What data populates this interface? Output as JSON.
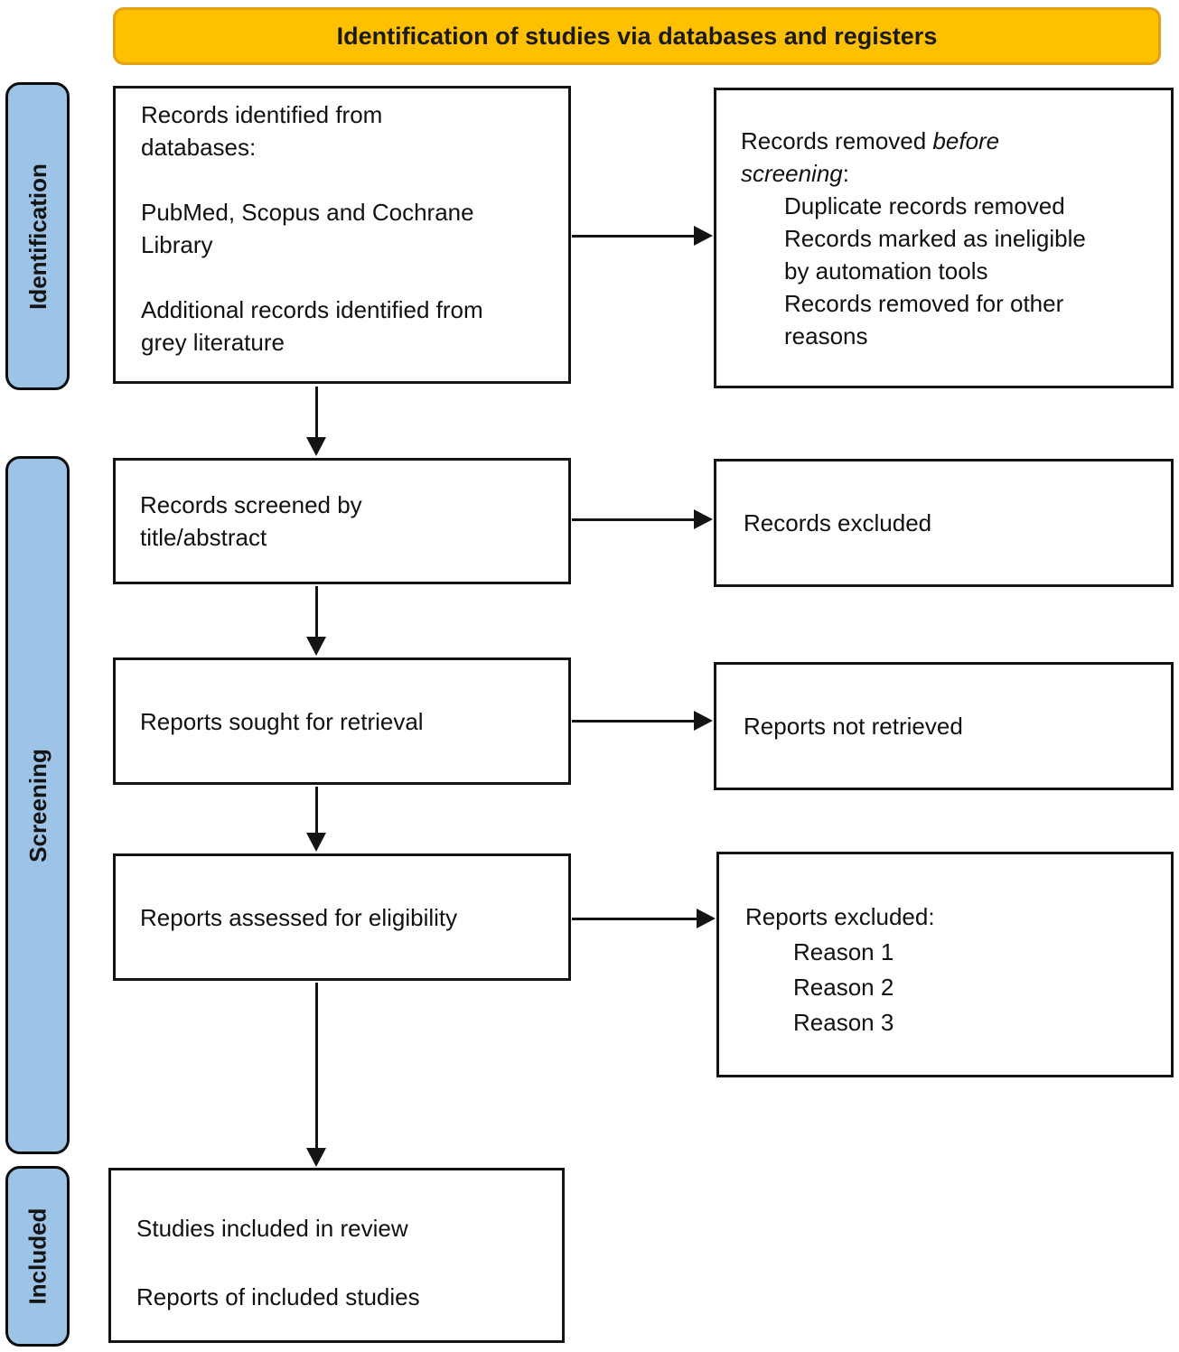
{
  "banner": {
    "title": "Identification of studies via databases and registers"
  },
  "stages": {
    "identification": "Identification",
    "screening": "Screening",
    "included": "Included"
  },
  "boxes": {
    "records_identified": {
      "para1": "Records identified from\ndatabases:",
      "para2": "PubMed, Scopus and Cochrane\nLibrary",
      "para3": "Additional records identified from\ngrey literature"
    },
    "records_removed": {
      "prefix": "Records removed ",
      "emphasis": "before\nscreening",
      "suffix": ":",
      "items": [
        "Duplicate records removed",
        "Records marked as ineligible\nby automation tools",
        "Records removed for other\nreasons"
      ]
    },
    "records_screened": {
      "text": "Records screened by\ntitle/abstract"
    },
    "records_excluded": {
      "text": "Records excluded"
    },
    "reports_sought": {
      "text": "Reports sought for retrieval"
    },
    "reports_not_retrieved": {
      "text": "Reports not retrieved"
    },
    "reports_assessed": {
      "text": "Reports assessed for eligibility"
    },
    "reports_excluded": {
      "heading": "Reports excluded:",
      "items": [
        "Reason 1",
        "Reason 2",
        "Reason 3"
      ]
    },
    "studies_included": {
      "para1": "Studies included in review",
      "para2": "Reports of included studies"
    }
  },
  "colors": {
    "banner_fill": "#FFC000",
    "banner_border": "#E1A21B",
    "stage_fill": "#9DC3E6",
    "box_border": "#141414",
    "text": "#111111"
  }
}
